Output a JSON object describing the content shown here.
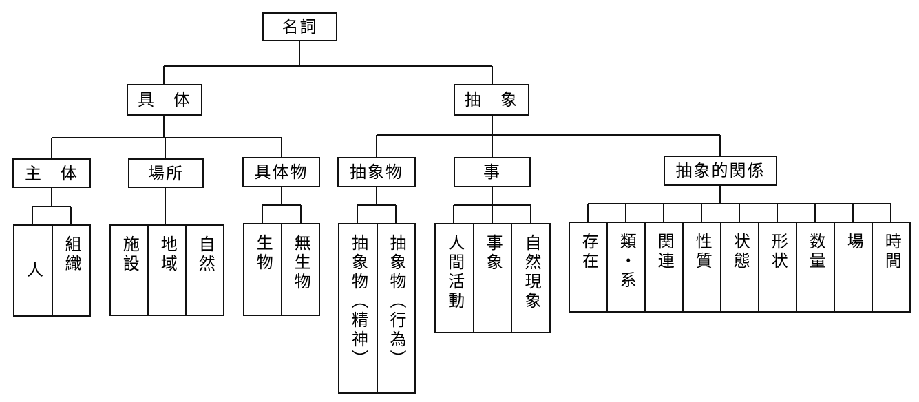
{
  "root": "名詞",
  "level1": {
    "concrete": "具　体",
    "abstract": "抽　象"
  },
  "level2": {
    "subject": "主　体",
    "place": "場所",
    "concrete_object": "具体物",
    "abstract_object": "抽象物",
    "event": "事",
    "abstract_relation": "抽象的関係"
  },
  "leaves": {
    "subject": [
      "人",
      "組織"
    ],
    "place": [
      "施設",
      "地域",
      "自然"
    ],
    "concrete_object": [
      "生物",
      "無生物"
    ],
    "abstract_object": [
      "抽象物（精神）",
      "抽象物（行為）"
    ],
    "event": [
      "人間活動",
      "事象",
      "自然現象"
    ],
    "abstract_relation": [
      "存在",
      "類・系",
      "関連",
      "性質",
      "状態",
      "形状",
      "数量",
      "場",
      "時間"
    ]
  }
}
